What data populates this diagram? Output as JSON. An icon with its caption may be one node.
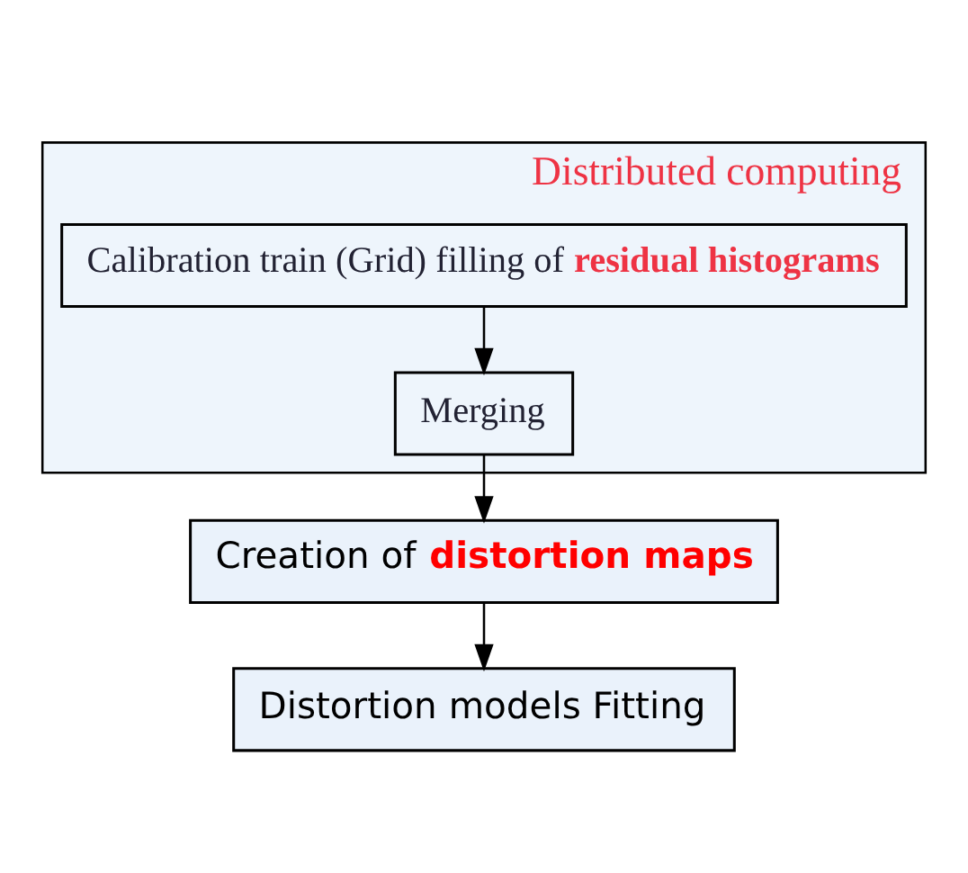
{
  "diagram": {
    "nodes": [
      {
        "text": [
          "Distributed computing"
        ]
      },
      {
        "text": [
          "Calibration train (Grid) filling of **residual histograms**"
        ],
        "in": 0
      },
      {
        "text": [
          "Merging"
        ],
        "in": 0
      },
      {
        "text": [
          "Creation of **distortion maps**"
        ]
      },
      {
        "text": [
          "Distortion models Fitting"
        ]
      }
    ],
    "edges": [
      {
        "from": 1,
        "to": 2,
        "arrow": "to"
      },
      {
        "from": 2,
        "to": 3,
        "arrow": "to"
      },
      {
        "from": 3,
        "to": 4,
        "arrow": "to"
      }
    ]
  }
}
